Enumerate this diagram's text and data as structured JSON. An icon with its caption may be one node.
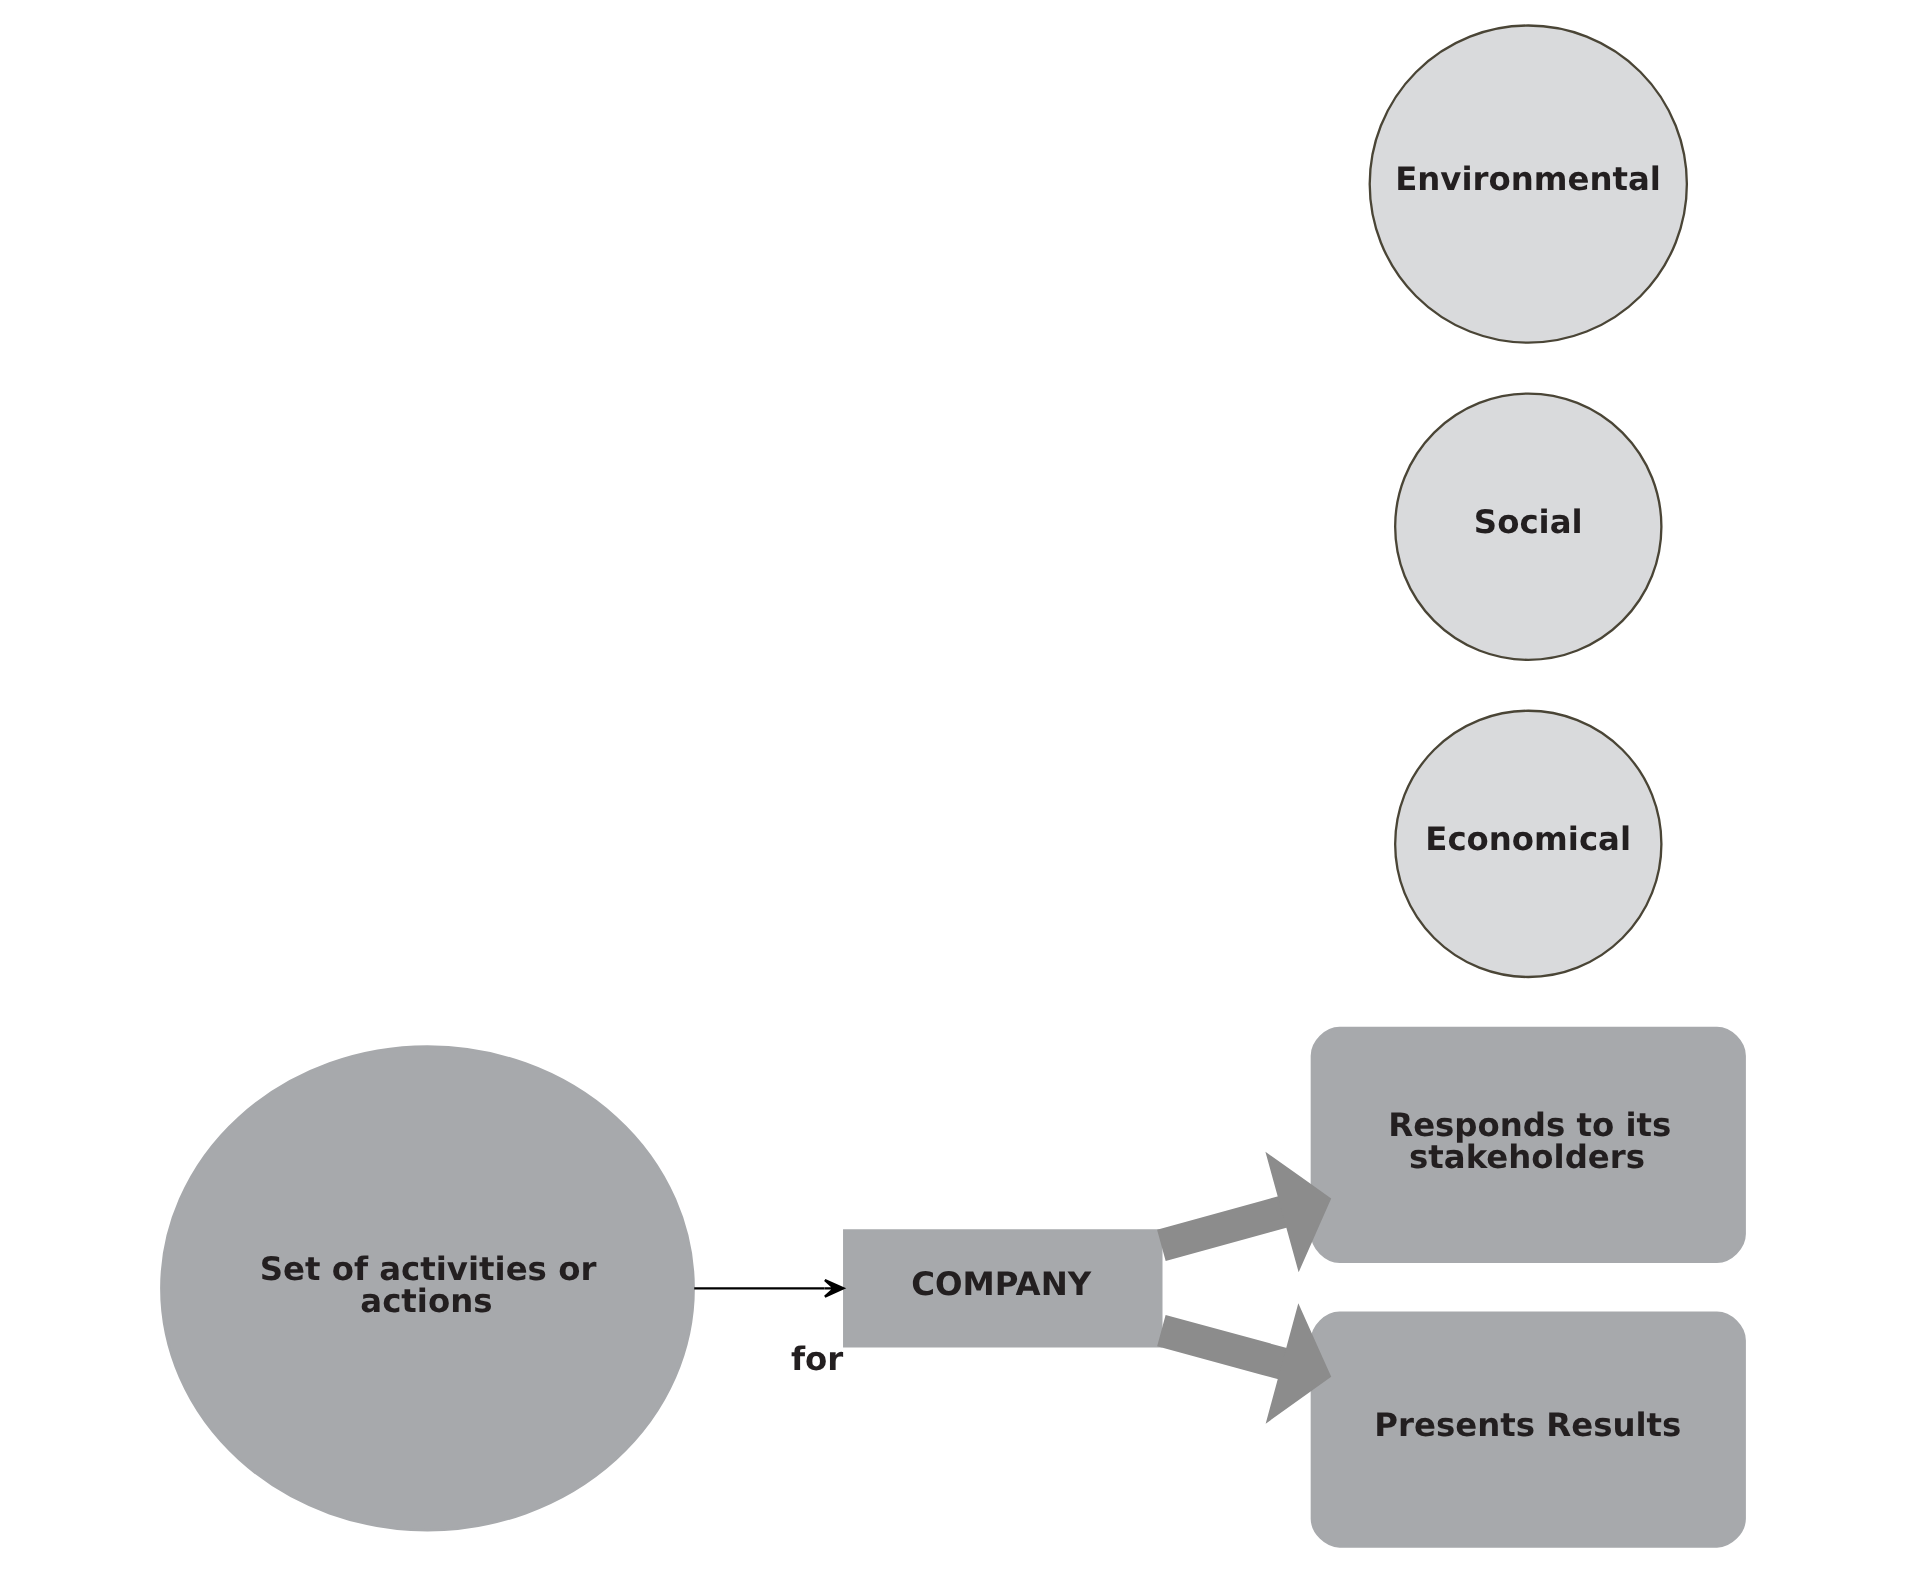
{
  "diagram": {
    "nodes": [
      {
        "text": [
          "Set of activities or actions"
        ]
      },
      {
        "text": [
          "COMPANY"
        ],
        "beside": [
          "for"
        ]
      },
      {
        "text": [
          "Responds to its stakeholders"
        ]
      },
      {
        "text": [
          "Presents Results"
        ]
      },
      {
        "text": [
          "Economical"
        ]
      },
      {
        "text": [
          "Social"
        ]
      },
      {
        "text": [
          "Environmental"
        ]
      }
    ],
    "edges": [
      {
        "from": 0,
        "to": 1,
        "arrow": "to",
        "color": "#000000"
      },
      {
        "from": 1,
        "to": 2,
        "arrow": "to"
      },
      {
        "from": 1,
        "to": 3,
        "arrow": "to"
      }
    ]
  }
}
